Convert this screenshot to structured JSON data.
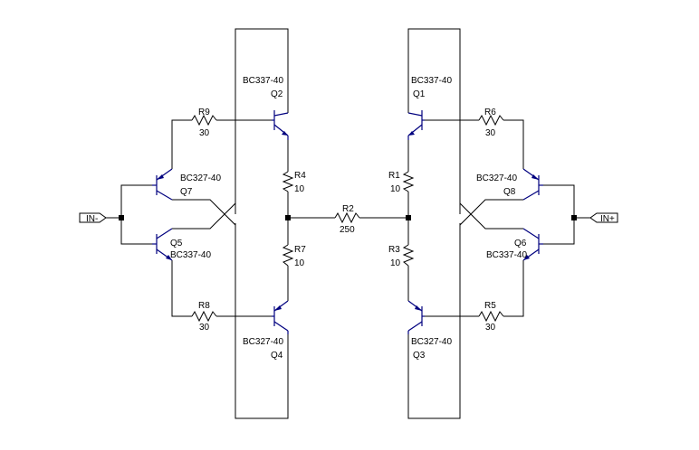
{
  "ports": {
    "in_minus": "IN-",
    "in_plus": "IN+"
  },
  "components": {
    "Q1": {
      "ref": "Q1",
      "model": "BC337-40"
    },
    "Q2": {
      "ref": "Q2",
      "model": "BC337-40"
    },
    "Q3": {
      "ref": "Q3",
      "model": "BC327-40"
    },
    "Q4": {
      "ref": "Q4",
      "model": "BC327-40"
    },
    "Q5": {
      "ref": "Q5",
      "model": "BC337-40"
    },
    "Q6": {
      "ref": "Q6",
      "model": "BC337-40"
    },
    "Q7": {
      "ref": "Q7",
      "model": "BC327-40"
    },
    "Q8": {
      "ref": "Q8",
      "model": "BC327-40"
    },
    "R1": {
      "ref": "R1",
      "value": "10"
    },
    "R2": {
      "ref": "R2",
      "value": "250"
    },
    "R3": {
      "ref": "R3",
      "value": "10"
    },
    "R4": {
      "ref": "R4",
      "value": "10"
    },
    "R5": {
      "ref": "R5",
      "value": "30"
    },
    "R6": {
      "ref": "R6",
      "value": "30"
    },
    "R7": {
      "ref": "R7",
      "value": "10"
    },
    "R8": {
      "ref": "R8",
      "value": "30"
    },
    "R9": {
      "ref": "R9",
      "value": "30"
    }
  },
  "colors": {
    "wire": "#000000",
    "component": "#00007f",
    "background": "#ffffff"
  }
}
